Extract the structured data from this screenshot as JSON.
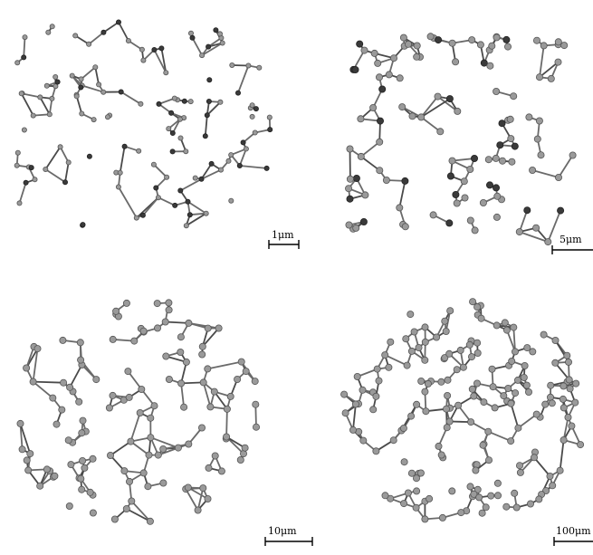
{
  "panels": [
    {
      "id": "panel-1um",
      "scale_label": "1μm",
      "seed": 11,
      "nodes": 120,
      "dense": 0.55,
      "dark_ratio": 0.35
    },
    {
      "id": "panel-5um",
      "scale_label": "5μm",
      "seed": 23,
      "nodes": 110,
      "dense": 0.75,
      "dark_ratio": 0.25
    },
    {
      "id": "panel-10um",
      "scale_label": "10μm",
      "seed": 37,
      "nodes": 120,
      "dense": 0.9,
      "dark_ratio": 0.0
    },
    {
      "id": "panel-100um",
      "scale_label": "100μm",
      "seed": 51,
      "nodes": 170,
      "dense": 1.0,
      "dark_ratio": 0.0
    }
  ],
  "colors": {
    "edge": "#6a6a6a",
    "node": "#9a9a9a",
    "node_dark": "#3a3a3a",
    "scale_bar": "#000000"
  }
}
